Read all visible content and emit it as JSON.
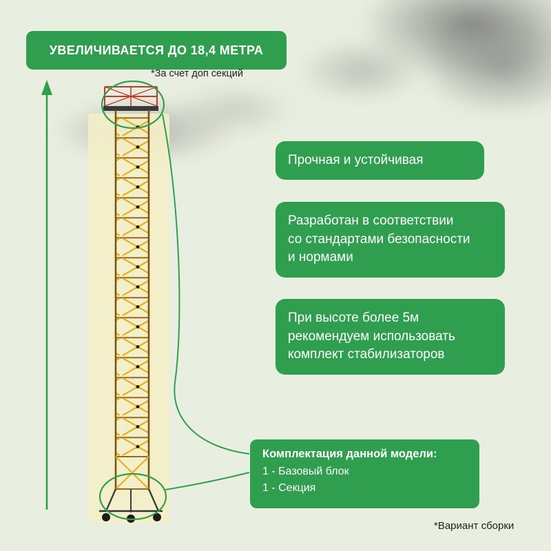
{
  "colors": {
    "accent_green": "#2f9e4e",
    "background": "#e9efe0",
    "scaffold_yellow": "#e4b122",
    "strip_pale_yellow": "#f3efc8"
  },
  "banner": {
    "title": "УВЕЛИЧИВАЕТСЯ ДО 18,4 МЕТРА"
  },
  "notes": {
    "sections": "*За счет доп секций",
    "assembly": "*Вариант сборки"
  },
  "features": [
    {
      "lines": [
        "Прочная и устойчивая"
      ]
    },
    {
      "lines": [
        "Разработан в соответствии",
        "со стандартами безопасности",
        "и нормами"
      ]
    },
    {
      "lines": [
        "При высоте более 5м",
        "рекомендуем использовать",
        "комплект стабилизаторов"
      ]
    }
  ],
  "package": {
    "title": "Комплектация данной модели:",
    "items": [
      "1 - Базовый блок",
      "1 - Секция"
    ]
  }
}
